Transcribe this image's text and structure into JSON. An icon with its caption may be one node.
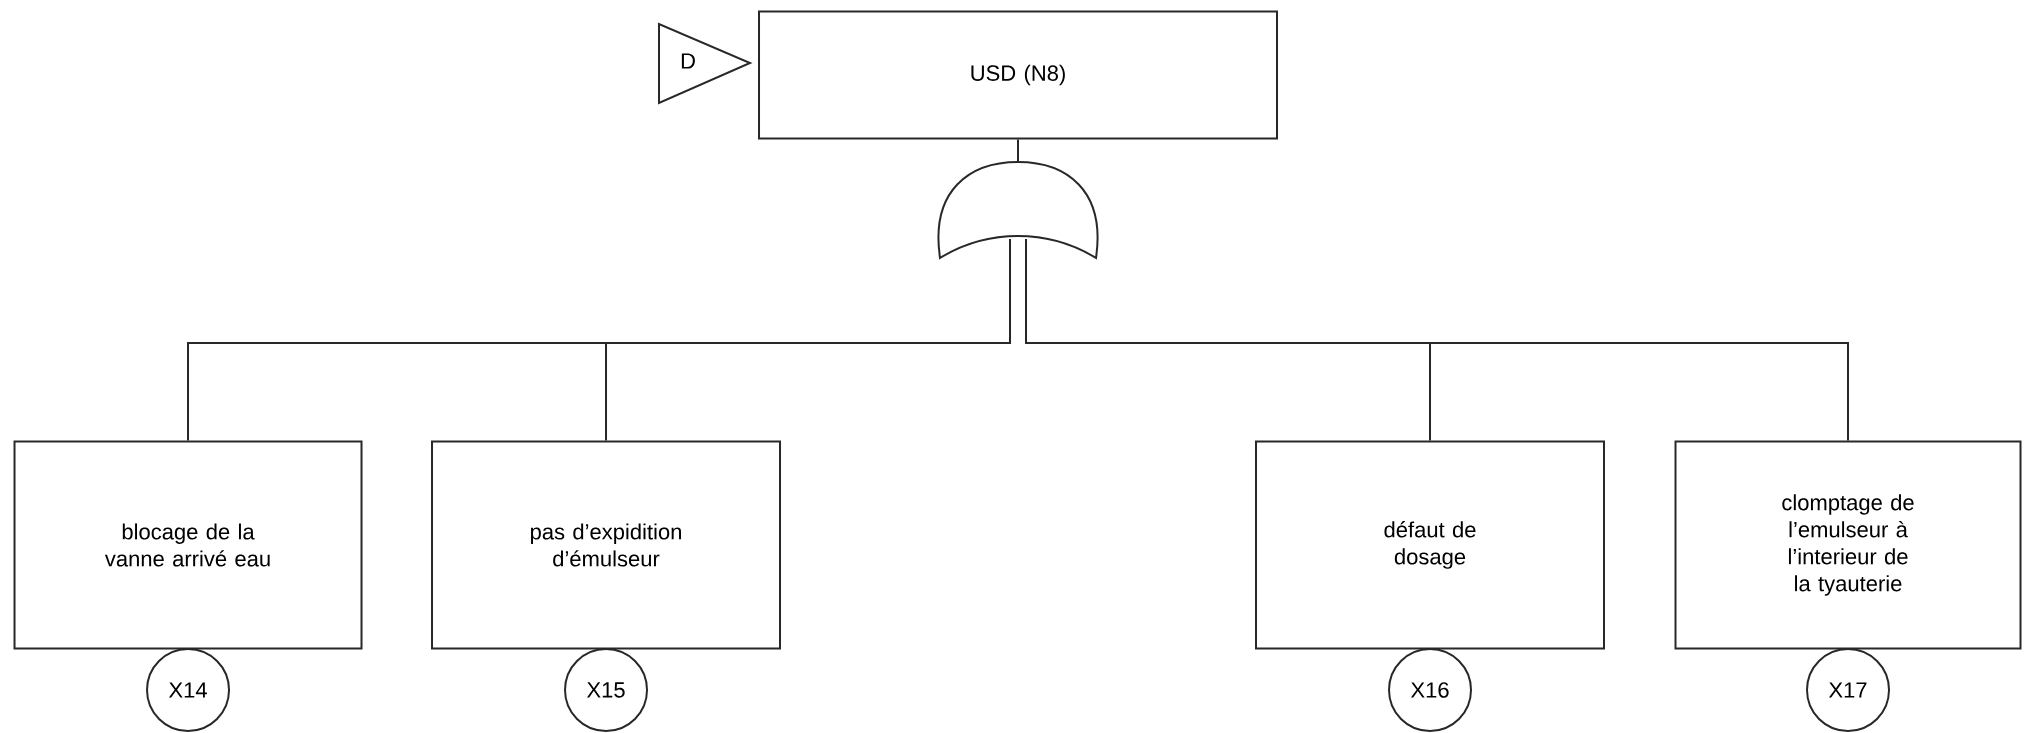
{
  "diagram": {
    "nodes": [
      {
        "text": [
          "USD (N8)"
        ]
      },
      {
        "text": [
          "D"
        ]
      },
      {
        "text": [],
        "shape": "gate"
      },
      {
        "text": [
          "blocage de la vanne arrivé eau"
        ]
      },
      {
        "text": [
          "pas d’expidition d’émulseur"
        ]
      },
      {
        "text": [
          "défaut de dosage"
        ]
      },
      {
        "text": [
          "clomptage de l’emulseur à l’interieur de la tyauterie"
        ]
      },
      {
        "text": [
          "X14"
        ]
      },
      {
        "text": [
          "X15"
        ]
      },
      {
        "text": [
          "X16"
        ]
      },
      {
        "text": [
          "X17"
        ]
      }
    ],
    "edges": [
      {
        "from": 2,
        "to": 0,
        "arrow": "none"
      },
      {
        "from": 3,
        "to": 2,
        "arrow": "none"
      },
      {
        "from": 4,
        "to": 2,
        "arrow": "none"
      },
      {
        "from": 5,
        "to": 2,
        "arrow": "none"
      },
      {
        "from": 6,
        "to": 2,
        "arrow": "none"
      }
    ]
  }
}
